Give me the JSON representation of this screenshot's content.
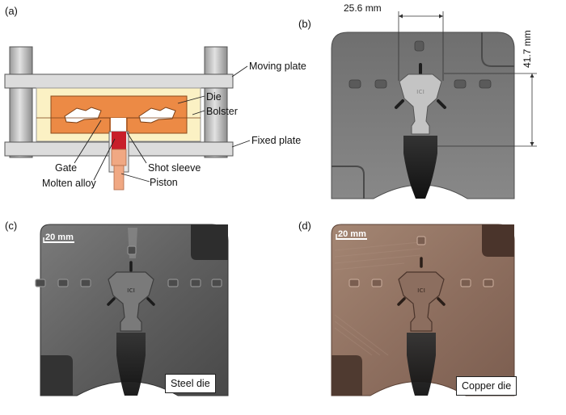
{
  "panels": {
    "a": {
      "label": "(a)",
      "callouts": {
        "moving_plate": "Moving plate",
        "die": "Die",
        "bolster": "Bolster",
        "fixed_plate": "Fixed plate",
        "gate": "Gate",
        "shot_sleeve": "Shot sleeve",
        "molten_alloy": "Molten alloy",
        "piston": "Piston"
      }
    },
    "b": {
      "label": "(b)",
      "dim_width": "25.6 mm",
      "dim_height": "41.7 mm"
    },
    "c": {
      "label": "(c)",
      "scale": "20 mm",
      "tag": "Steel die"
    },
    "d": {
      "label": "(d)",
      "scale": "20 mm",
      "tag": "Copper die"
    }
  },
  "colors": {
    "plate": "#dcdcdc",
    "bolster": "#fbf1c4",
    "die": "#ec8a45",
    "molten": "#c81e2a",
    "piston": "#f0a883",
    "render_gray": "#7a7a7a",
    "steel": "#5e5e5e",
    "copper": "#9a7a66"
  }
}
